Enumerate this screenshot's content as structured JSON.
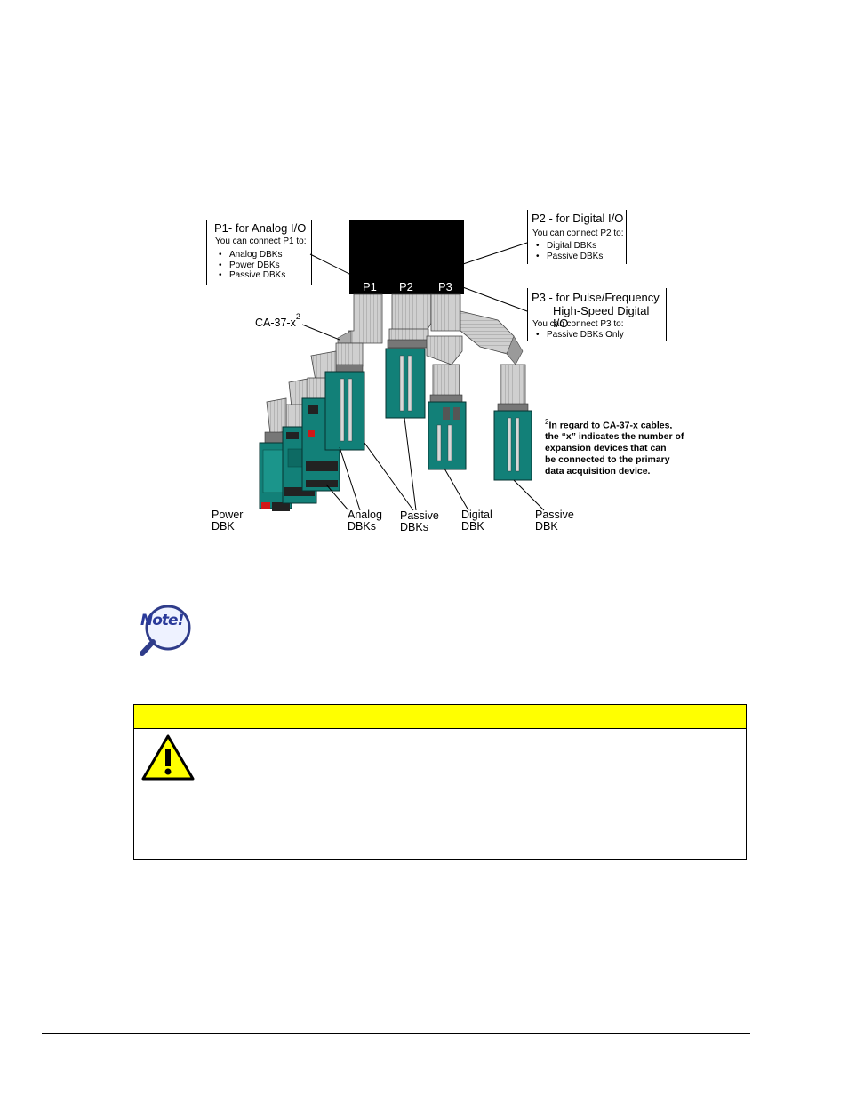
{
  "figure": {
    "p1_box": {
      "title": "P1- for Analog I/O",
      "intro": "You can connect P1 to:",
      "items": [
        "Analog DBKs",
        "Power DBKs",
        "Passive DBKs"
      ]
    },
    "p2_box": {
      "title": "P2 - for Digital I/O",
      "intro": "You can connect P2 to:",
      "items": [
        "Digital DBKs",
        "Passive DBKs"
      ]
    },
    "p3_box": {
      "title_line1": "P3 - for Pulse/Frequency",
      "title_line2": "High-Speed Digital I/O",
      "intro": "You can connect P3 to:",
      "items": [
        "Passive DBKs Only"
      ]
    },
    "ports": [
      "P1",
      "P2",
      "P3"
    ],
    "cable_label": "CA-37-x",
    "cable_sup": "2",
    "footnote": {
      "sup": "2",
      "lines": [
        "In regard to CA-37-x cables,",
        "the “x” indicates the number of",
        "expansion devices that can",
        "be connected to the primary",
        "data acquisition device."
      ]
    },
    "bottom_labels": [
      {
        "line1": "Power",
        "line2": "DBK"
      },
      {
        "line1": "Analog",
        "line2": "DBKs"
      },
      {
        "line1": "Passive",
        "line2": "DBKs"
      },
      {
        "line1": "Digital",
        "line2": "DBK"
      },
      {
        "line1": "Passive",
        "line2": "DBK"
      }
    ]
  },
  "note_icon": {
    "text": "Note!"
  },
  "colors": {
    "board": "#128078",
    "board_dark": "#0a4f4a",
    "cable": "#c8c8c8",
    "caution_bar": "#ffff00",
    "warning_yellow": "#ffff00"
  }
}
